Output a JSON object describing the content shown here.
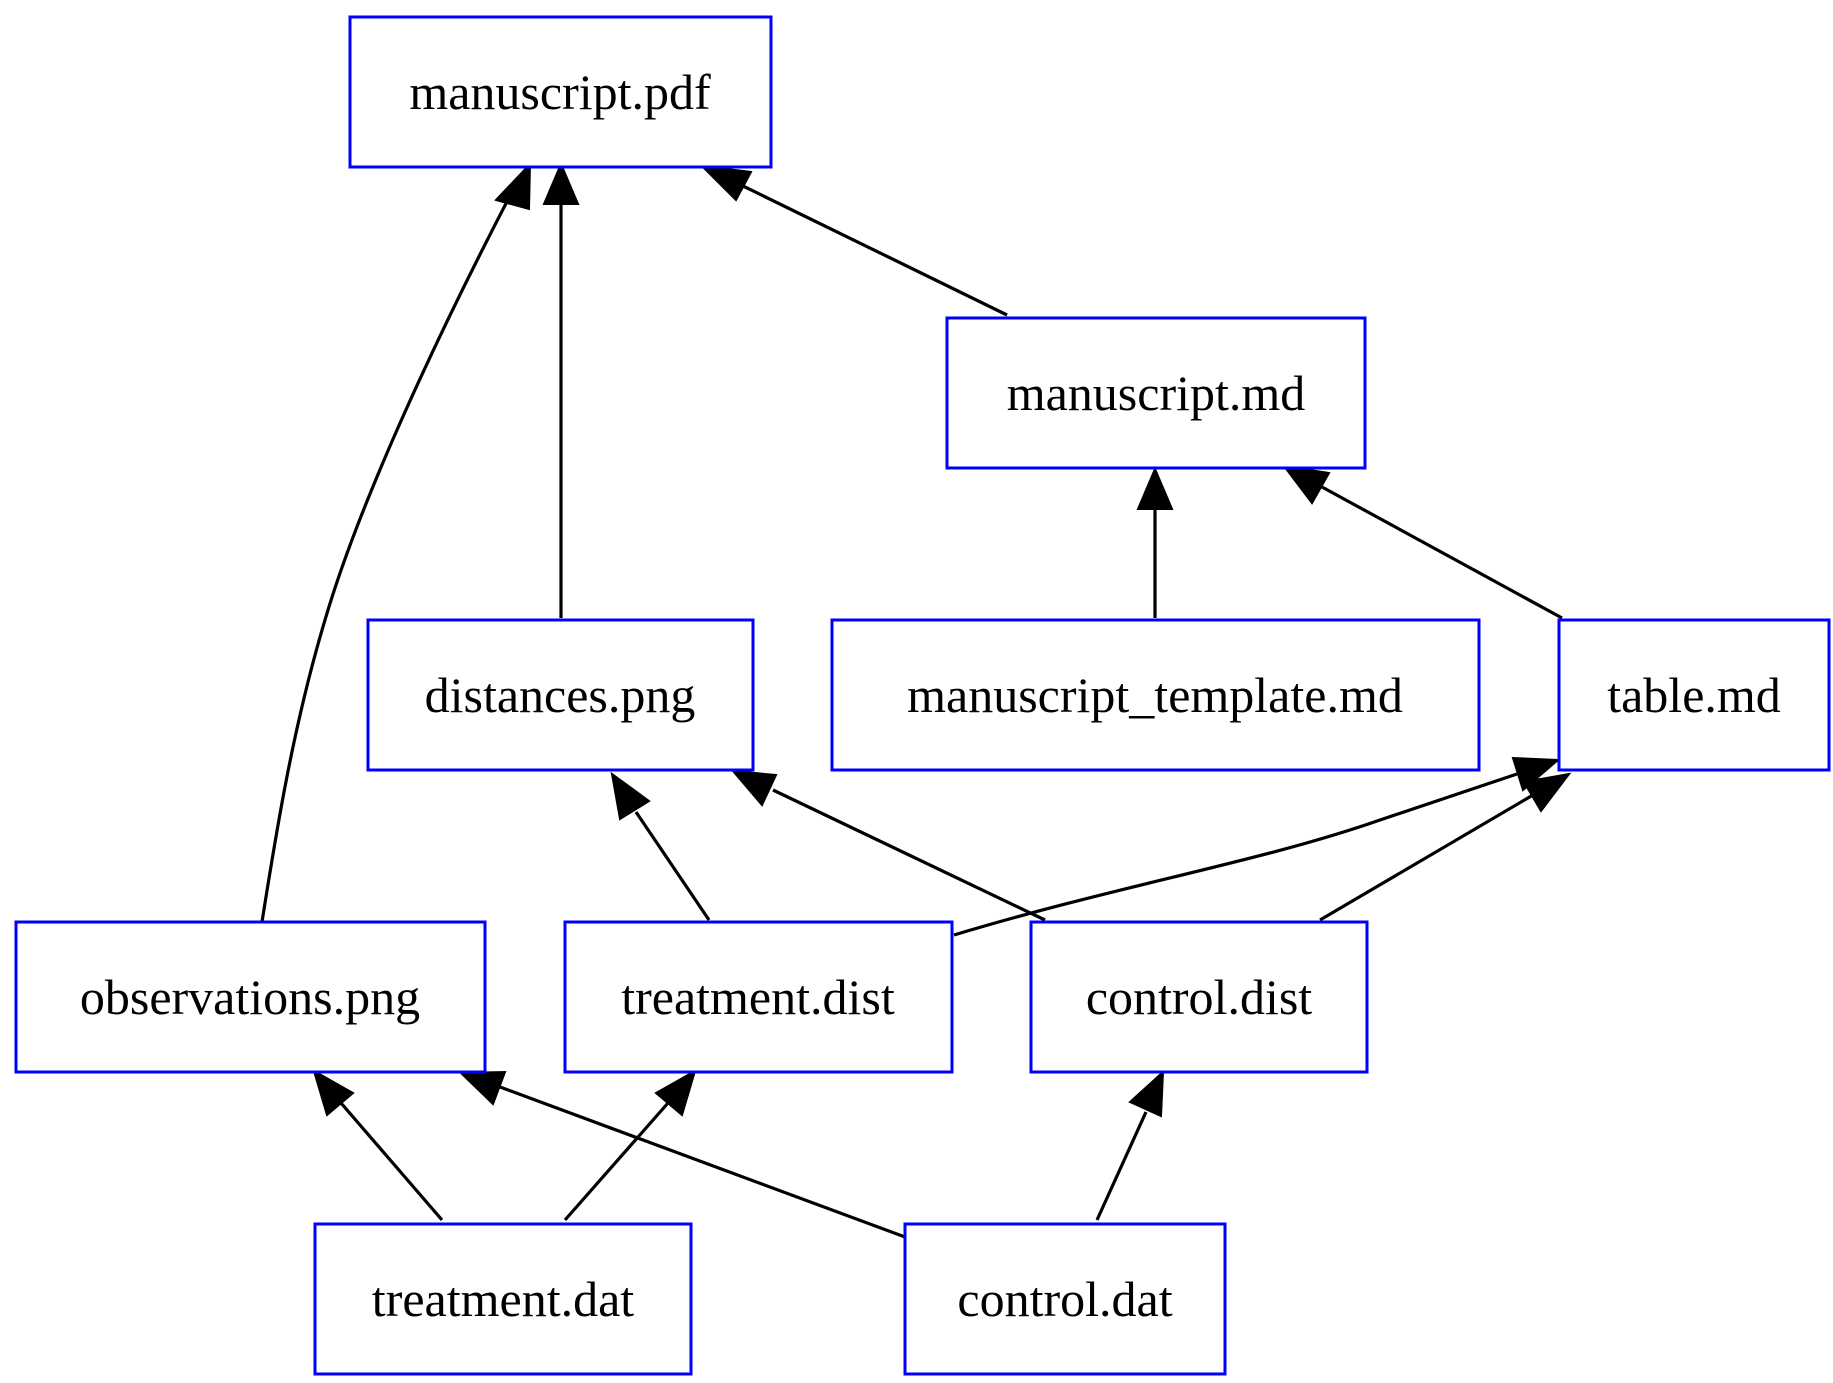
{
  "colors": {
    "node_border": "#0000ff",
    "edge": "#000000",
    "text": "#000000",
    "background": "#ffffff"
  },
  "nodes": {
    "manuscript_pdf": "manuscript.pdf",
    "manuscript_md": "manuscript.md",
    "distances_png": "distances.png",
    "manuscript_template_md": "manuscript_template.md",
    "table_md": "table.md",
    "observations_png": "observations.png",
    "treatment_dist": "treatment.dist",
    "control_dist": "control.dist",
    "treatment_dat": "treatment.dat",
    "control_dat": "control.dat"
  },
  "edges": [
    {
      "from": "observations_png",
      "to": "manuscript_pdf"
    },
    {
      "from": "distances_png",
      "to": "manuscript_pdf"
    },
    {
      "from": "manuscript_md",
      "to": "manuscript_pdf"
    },
    {
      "from": "manuscript_template_md",
      "to": "manuscript_md"
    },
    {
      "from": "table_md",
      "to": "manuscript_md"
    },
    {
      "from": "treatment_dist",
      "to": "distances_png"
    },
    {
      "from": "control_dist",
      "to": "distances_png"
    },
    {
      "from": "treatment_dist",
      "to": "table_md"
    },
    {
      "from": "control_dist",
      "to": "table_md"
    },
    {
      "from": "treatment_dat",
      "to": "observations_png"
    },
    {
      "from": "control_dat",
      "to": "observations_png"
    },
    {
      "from": "treatment_dat",
      "to": "treatment_dist"
    },
    {
      "from": "control_dat",
      "to": "control_dist"
    }
  ]
}
